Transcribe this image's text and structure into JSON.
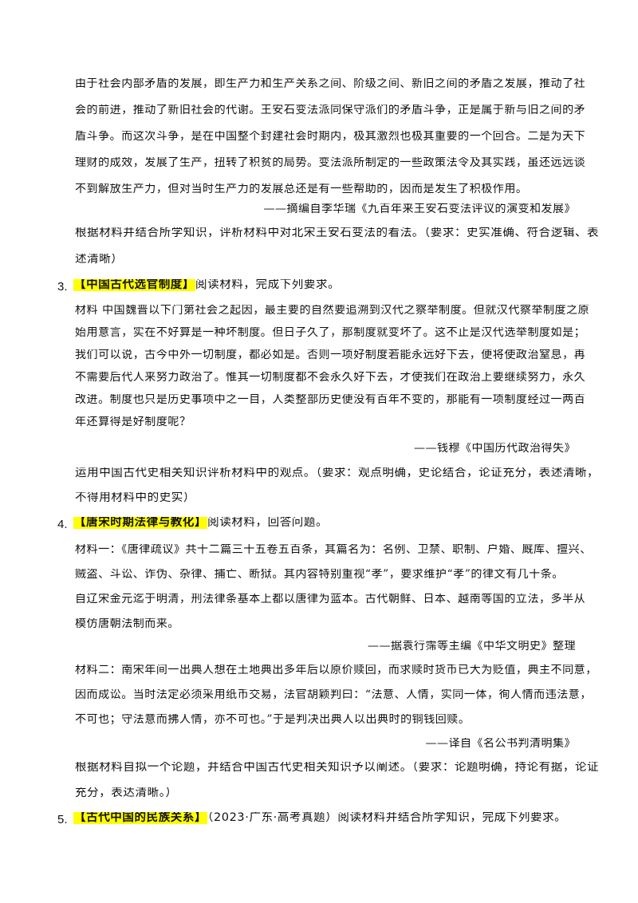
{
  "top_material": {
    "lines": [
      "由于社会内部矛盾的发展，即生产力和生产关系之间、阶级之间、新旧之间的矛盾之发展，推动了社",
      "会的前进，推动了新旧社会的代谢。王安石变法派同保守派们的矛盾斗争，正是属于新与旧之间的矛",
      "盾斗争。而这次斗争，是在中国整个封建社会时期内，极其激烈也极其重要的一个回合。二是为天下",
      "理财的成效，发展了生产，扭转了积贫的局势。变法派所制定的一些政策法令及其实践，虽还远远谈",
      "不到解放生产力，但对当时生产力的发展总还是有一些帮助的，因而是发生了积极作用。"
    ],
    "source": "——摘编自李华瑞《九百年来王安石变法评议的演变和发展》",
    "question": [
      "根据材料并结合所学知识，评析材料中对北宋王安石变法的看法。（要求：史实准确、符合逻辑、表",
      "述清晰）"
    ]
  },
  "q3": {
    "number": "3.",
    "tag": "【中国古代选官制度】",
    "intro": "阅读材料，完成下列要求。",
    "material": [
      "材料  中国魏晋以下门第社会之起因，最主要的自然要追溯到汉代之察举制度。但就汉代察举制度之原",
      "始用意言，实在不好算是一种坏制度。但日子久了，那制度就变坏了。这不止是汉代选举制度如是；",
      "我们可以说，古今中外一切制度，都必如是。否则一项好制度若能永远好下去，便将使政治窒息，再",
      "不需要后代人来努力政治了。惟其一切制度都不会永久好下去，才使我们在政治上要继续努力，永久",
      "改进。制度也只是历史事项中之一目，人类整部历史便没有百年不变的，那能有一项制度经过一两百",
      "年还算得是好制度呢？"
    ],
    "source": "——钱穆《中国历代政治得失》",
    "question": [
      "运用中国古代史相关知识评析材料中的观点。（要求：观点明确，史论结合，论证充分，表述清晰，",
      "不得用材料中的史实）"
    ]
  },
  "q4": {
    "number": "4.",
    "tag": "【唐宋时期法律与教化】",
    "intro": "阅读材料，回答问题。",
    "material1": [
      "材料一：《唐律疏议》共十二篇三十五卷五百条，其篇名为：名例、卫禁、职制、户婚、厩库、擅兴、",
      "贼盗、斗讼、诈伪、杂律、捕亡、断狱。其内容特别重视“孝”，要求维护“孝”的律文有几十条。",
      "自辽宋金元迄于明清，刑法律条基本上都以唐律为蓝本。古代朝鲜、日本、越南等国的立法，多半从",
      "模仿唐朝法制而来。"
    ],
    "source1": "——据袁行霈等主编《中华文明史》整理",
    "material2": [
      "材料二：南宋年间一出典人想在土地典出多年后以原价赎回，而求赎时货币已大为贬值，典主不同意，",
      "因而成讼。当时法定必须采用纸币交易，法官胡颖判曰：“法意、人情，实同一体，徇人情而违法意，",
      "不可也；守法意而拂人情，亦不可也。”于是判决出典人以出典时的铜钱回赎。"
    ],
    "source2": "——译自《名公书判清明集》",
    "question": [
      "根据材料自拟一个论题，并结合中国古代史相关知识予以阐述。（要求：论题明确，持论有据，论证",
      "充分，表达清晰。）"
    ]
  },
  "q5": {
    "number": "5.",
    "tag": "【古代中国的民族关系】",
    "intro": "（2023·广东·高考真题）阅读材料并结合所学知识，完成下列要求。"
  },
  "colors": {
    "highlight": "#ffff00",
    "text": "#111111"
  }
}
